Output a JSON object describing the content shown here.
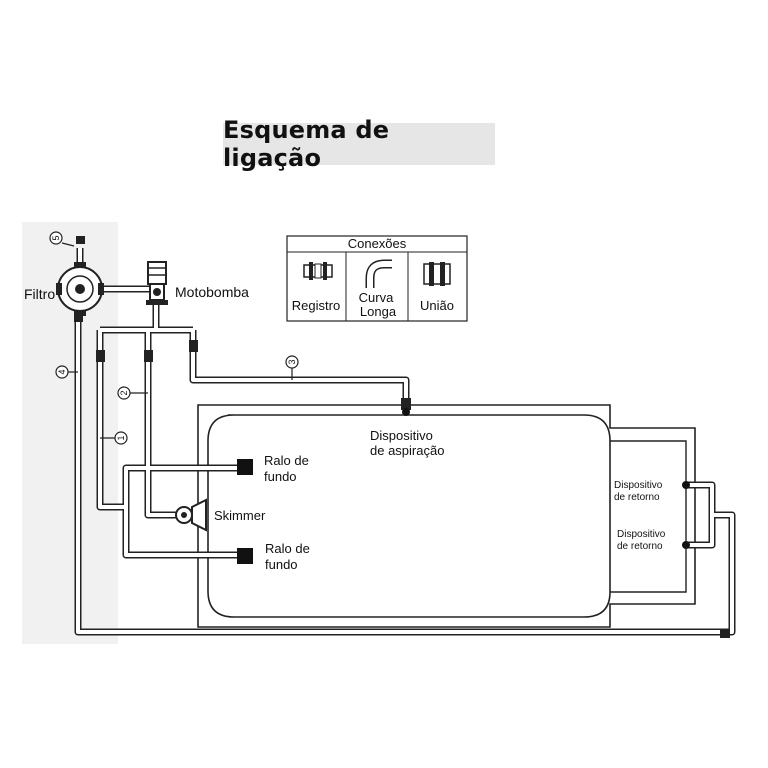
{
  "title": "Esquema de ligação",
  "legend": {
    "header": "Conexões",
    "items": [
      {
        "icon": "registro-valve-icon",
        "label": "Registro"
      },
      {
        "icon": "long-curve-elbow-icon",
        "label_line1": "Curva",
        "label_line2": "Longa"
      },
      {
        "icon": "union-fitting-icon",
        "label": "União"
      }
    ]
  },
  "labels": {
    "filtro": "Filtro",
    "motobomba": "Motobomba",
    "aspiracao_line1": "Dispositivo",
    "aspiracao_line2": "de aspiração",
    "ralo1_line1": "Ralo de",
    "ralo1_line2": "fundo",
    "ralo2_line1": "Ralo de",
    "ralo2_line2": "fundo",
    "skimmer": "Skimmer",
    "retorno1_line1": "Dispositivo",
    "retorno1_line2": "de retorno",
    "retorno2_line1": "Dispositivo",
    "retorno2_line2": "de retorno"
  },
  "pipe_numbers": [
    "1",
    "2",
    "3",
    "4",
    "5"
  ]
}
